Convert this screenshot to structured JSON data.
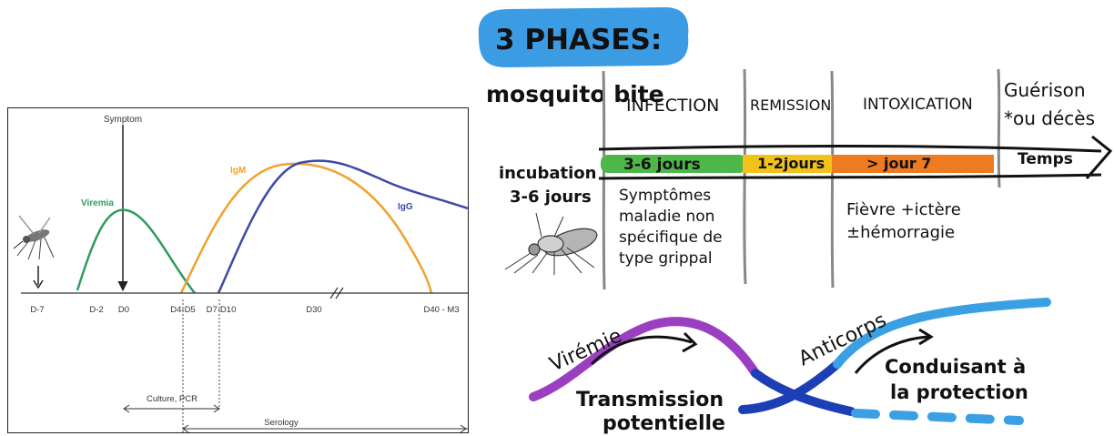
{
  "timeline_chart": {
    "marker_symptom": "Symptom",
    "ticks": [
      "D-7",
      "D-2",
      "D0",
      "D4-D5",
      "D7-D10",
      "D30",
      "D40 - M3"
    ],
    "curve_labels": {
      "viremia": "Viremia",
      "igm": "IgM",
      "igg": "IgG"
    },
    "methods": {
      "culture": "Culture, PCR",
      "serology": "Serology"
    },
    "colors": {
      "viremia": "#2e9b5a",
      "igm": "#f2a12e",
      "igg": "#3d4aa8",
      "axis": "#333333"
    }
  },
  "phases": {
    "title": "3 PHASES:",
    "title_bg": "#3b9be3",
    "bite_label": "mosquito bite",
    "columns": [
      "INFECTION",
      "REMISSION",
      "INTOXICATION"
    ],
    "outcome_line1": "Guérison",
    "outcome_line2": "*ou décès",
    "time_arrow_label": "Temps",
    "bar_segments": [
      {
        "label": "3-6 jours",
        "color": "#4db74a"
      },
      {
        "label": "1-2jours",
        "color": "#f2c21b"
      },
      {
        "label": "> jour 7",
        "color": "#ee7a22"
      }
    ],
    "incubation_line1": "incubation",
    "incubation_line2": "3-6 jours",
    "infection_notes": [
      "Symptômes",
      "maladie non",
      "spécifique de",
      "type grippal"
    ],
    "intoxication_notes": [
      "Fièvre +ictère",
      "±hémorragie"
    ]
  },
  "dynamics": {
    "viremie_label": "Virémie",
    "transmission_line1": "Transmission",
    "transmission_line2": "potentielle",
    "anticorps_label": "Anticorps",
    "protection_line1": "Conduisant à",
    "protection_line2": "la protection",
    "colors": {
      "viremie": "#9b3fc1",
      "cross": "#1d3fb5",
      "antibody": "#3aa0e3"
    }
  }
}
